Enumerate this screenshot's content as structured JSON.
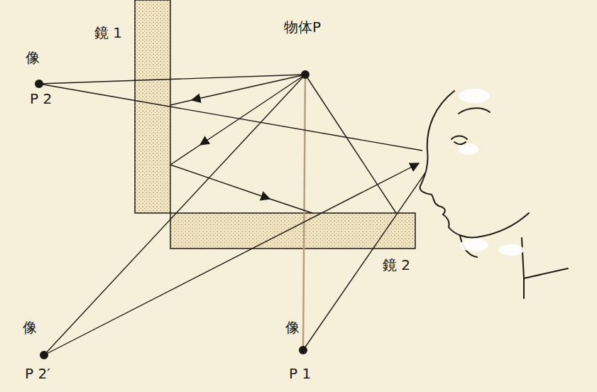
{
  "diagram": {
    "labels": [
      "鏡 1",
      "物体P",
      "像",
      "P 2",
      "像",
      "P 2′",
      "像",
      "P 1",
      "鏡 2"
    ]
  }
}
